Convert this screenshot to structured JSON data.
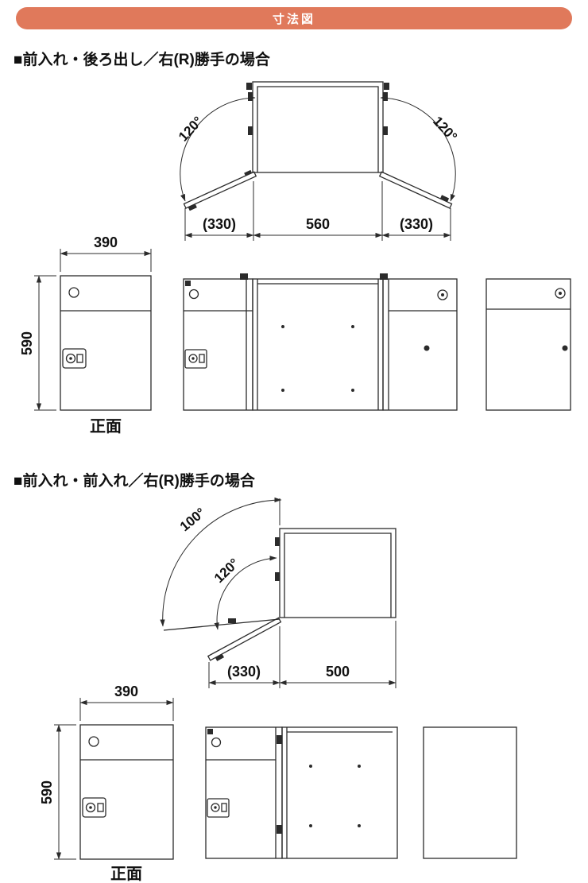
{
  "header": {
    "title": "寸法図"
  },
  "colors": {
    "accent": "#E0795B",
    "line": "#2b2b2b"
  },
  "section1": {
    "title": "■前入れ・後ろ出し／右(R)勝手の場合",
    "top_view": {
      "angle_left": "120°",
      "angle_right": "120°",
      "dim_left_door": "(330)",
      "dim_width": "560",
      "dim_right_door": "(330)"
    },
    "front_views": {
      "dim_depth": "390",
      "dim_height": "590",
      "caption": "正面"
    }
  },
  "section2": {
    "title": "■前入れ・前入れ／右(R)勝手の場合",
    "top_view": {
      "angle_outer": "100°",
      "angle_inner": "120°",
      "dim_door": "(330)",
      "dim_width": "500"
    },
    "front_views": {
      "dim_depth": "390",
      "dim_height": "590",
      "caption": "正面"
    }
  }
}
